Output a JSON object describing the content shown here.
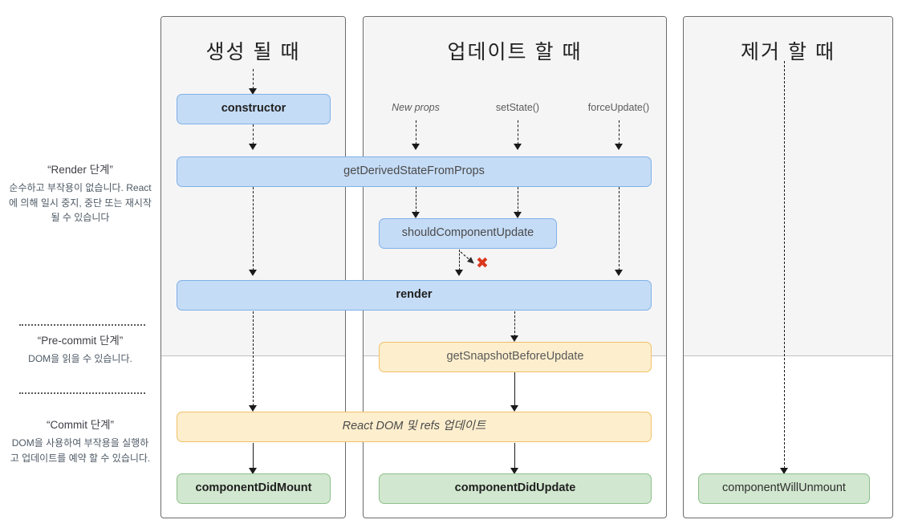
{
  "diagram": {
    "title": "React Component Lifecycle",
    "colors": {
      "blue_fill": "#c5dcf6",
      "blue_border": "#7fb0e8",
      "yellow_fill": "#fdeecd",
      "yellow_border": "#f0c266",
      "green_fill": "#d1e7cf",
      "green_border": "#8ec08b",
      "panel_bg": "#f5f5f5",
      "panel_border": "#6b6b6b",
      "error_red": "#d9381e"
    }
  },
  "legend": [
    {
      "key": "render-phase",
      "title": "“Render 단계”",
      "body": "순수하고 부작용이 없습니다. React에 의해 일시 중지, 중단 또는 재시작 될 수 있습니다"
    },
    {
      "key": "pre-commit-phase",
      "title": "“Pre-commit 단계”",
      "body": "DOM을 읽을 수 있습니다."
    },
    {
      "key": "commit-phase",
      "title": "“Commit 단계”",
      "body": "DOM을 사용하여 부작용을 실행하고 업데이트를 예약 할 수 있습니다."
    }
  ],
  "panels": [
    {
      "key": "mounting",
      "title": "생성 될 때"
    },
    {
      "key": "updating",
      "title": "업데이트 할 때"
    },
    {
      "key": "unmounting",
      "title": "제거 할 때"
    }
  ],
  "triggers": [
    {
      "key": "new-props",
      "label": "New props",
      "style": "italic"
    },
    {
      "key": "set-state",
      "label": "setState()",
      "style": "normal"
    },
    {
      "key": "force-update",
      "label": "forceUpdate()",
      "style": "normal"
    }
  ],
  "nodes": {
    "constructor": "constructor",
    "get_derived_state": "getDerivedStateFromProps",
    "should_component_update": "shouldComponentUpdate",
    "render": "render",
    "get_snapshot": "getSnapshotBeforeUpdate",
    "react_dom_refs": "React DOM 및 refs 업데이트",
    "component_did_mount": "componentDidMount",
    "component_did_update": "componentDidUpdate",
    "component_will_unmount": "componentWillUnmount"
  },
  "annotations": {
    "bail_out_mark": "✖"
  }
}
